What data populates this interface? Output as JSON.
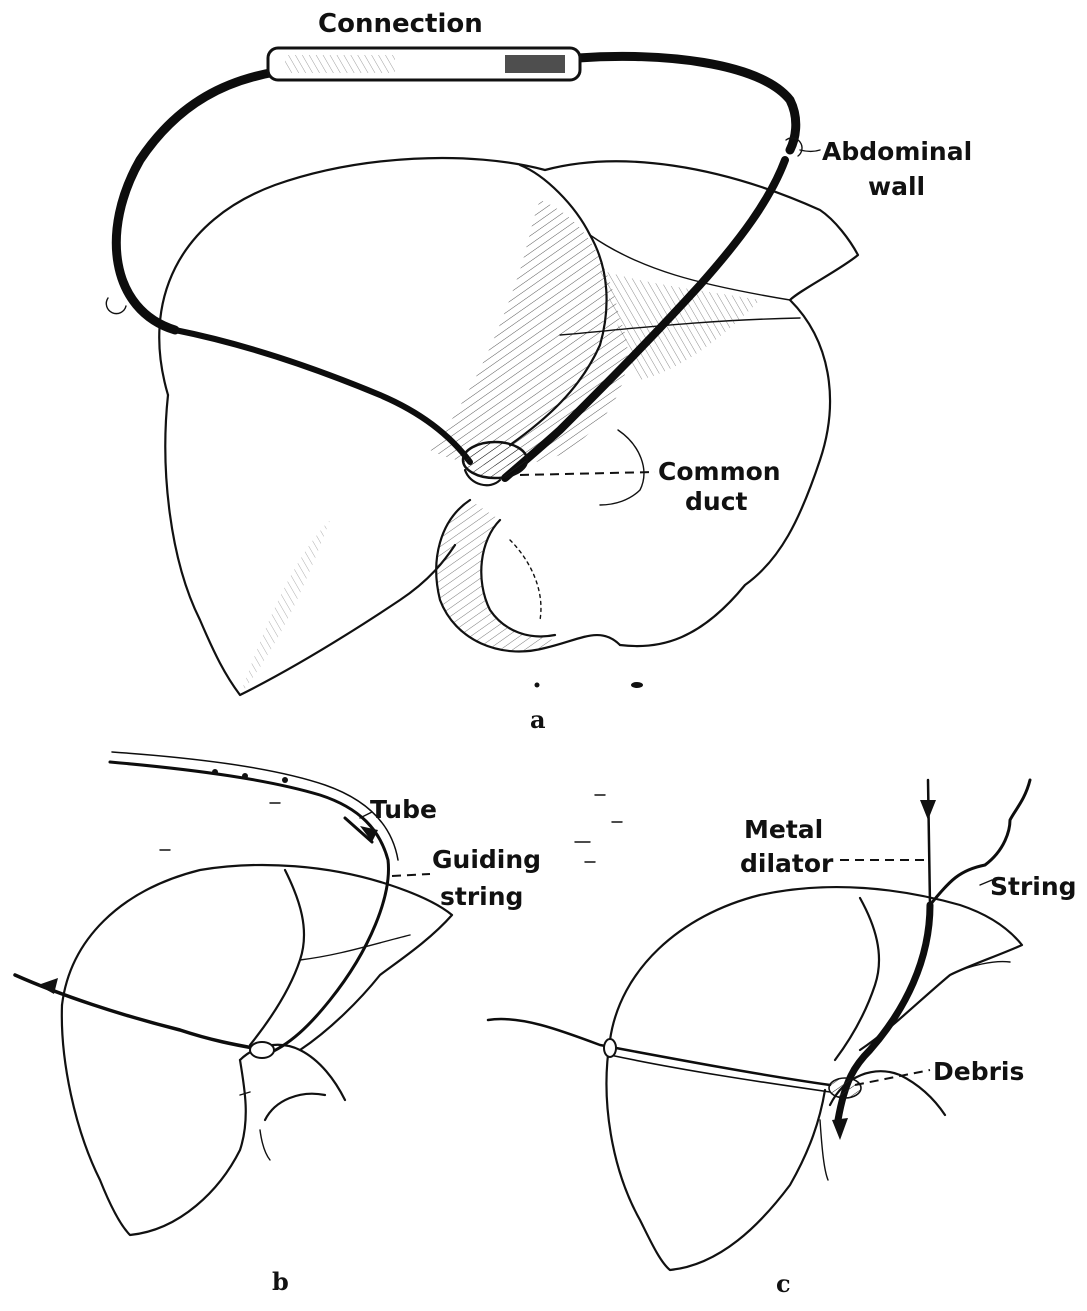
{
  "colors": {
    "ink": "#111111",
    "paper": "#ffffff"
  },
  "panel_a": {
    "letter": "a",
    "labels": {
      "connection": "Connection",
      "abdominal_line1": "Abdominal",
      "abdominal_line2": "wall",
      "common_line1": "Common",
      "common_line2": "duct"
    }
  },
  "panel_b": {
    "letter": "b",
    "labels": {
      "tube": "Tube",
      "guiding_line1": "Guiding",
      "guiding_line2": "string"
    }
  },
  "panel_c": {
    "letter": "c",
    "labels": {
      "metal_line1": "Metal",
      "metal_line2": "dilator",
      "string": "String",
      "debris": "Debris"
    }
  }
}
